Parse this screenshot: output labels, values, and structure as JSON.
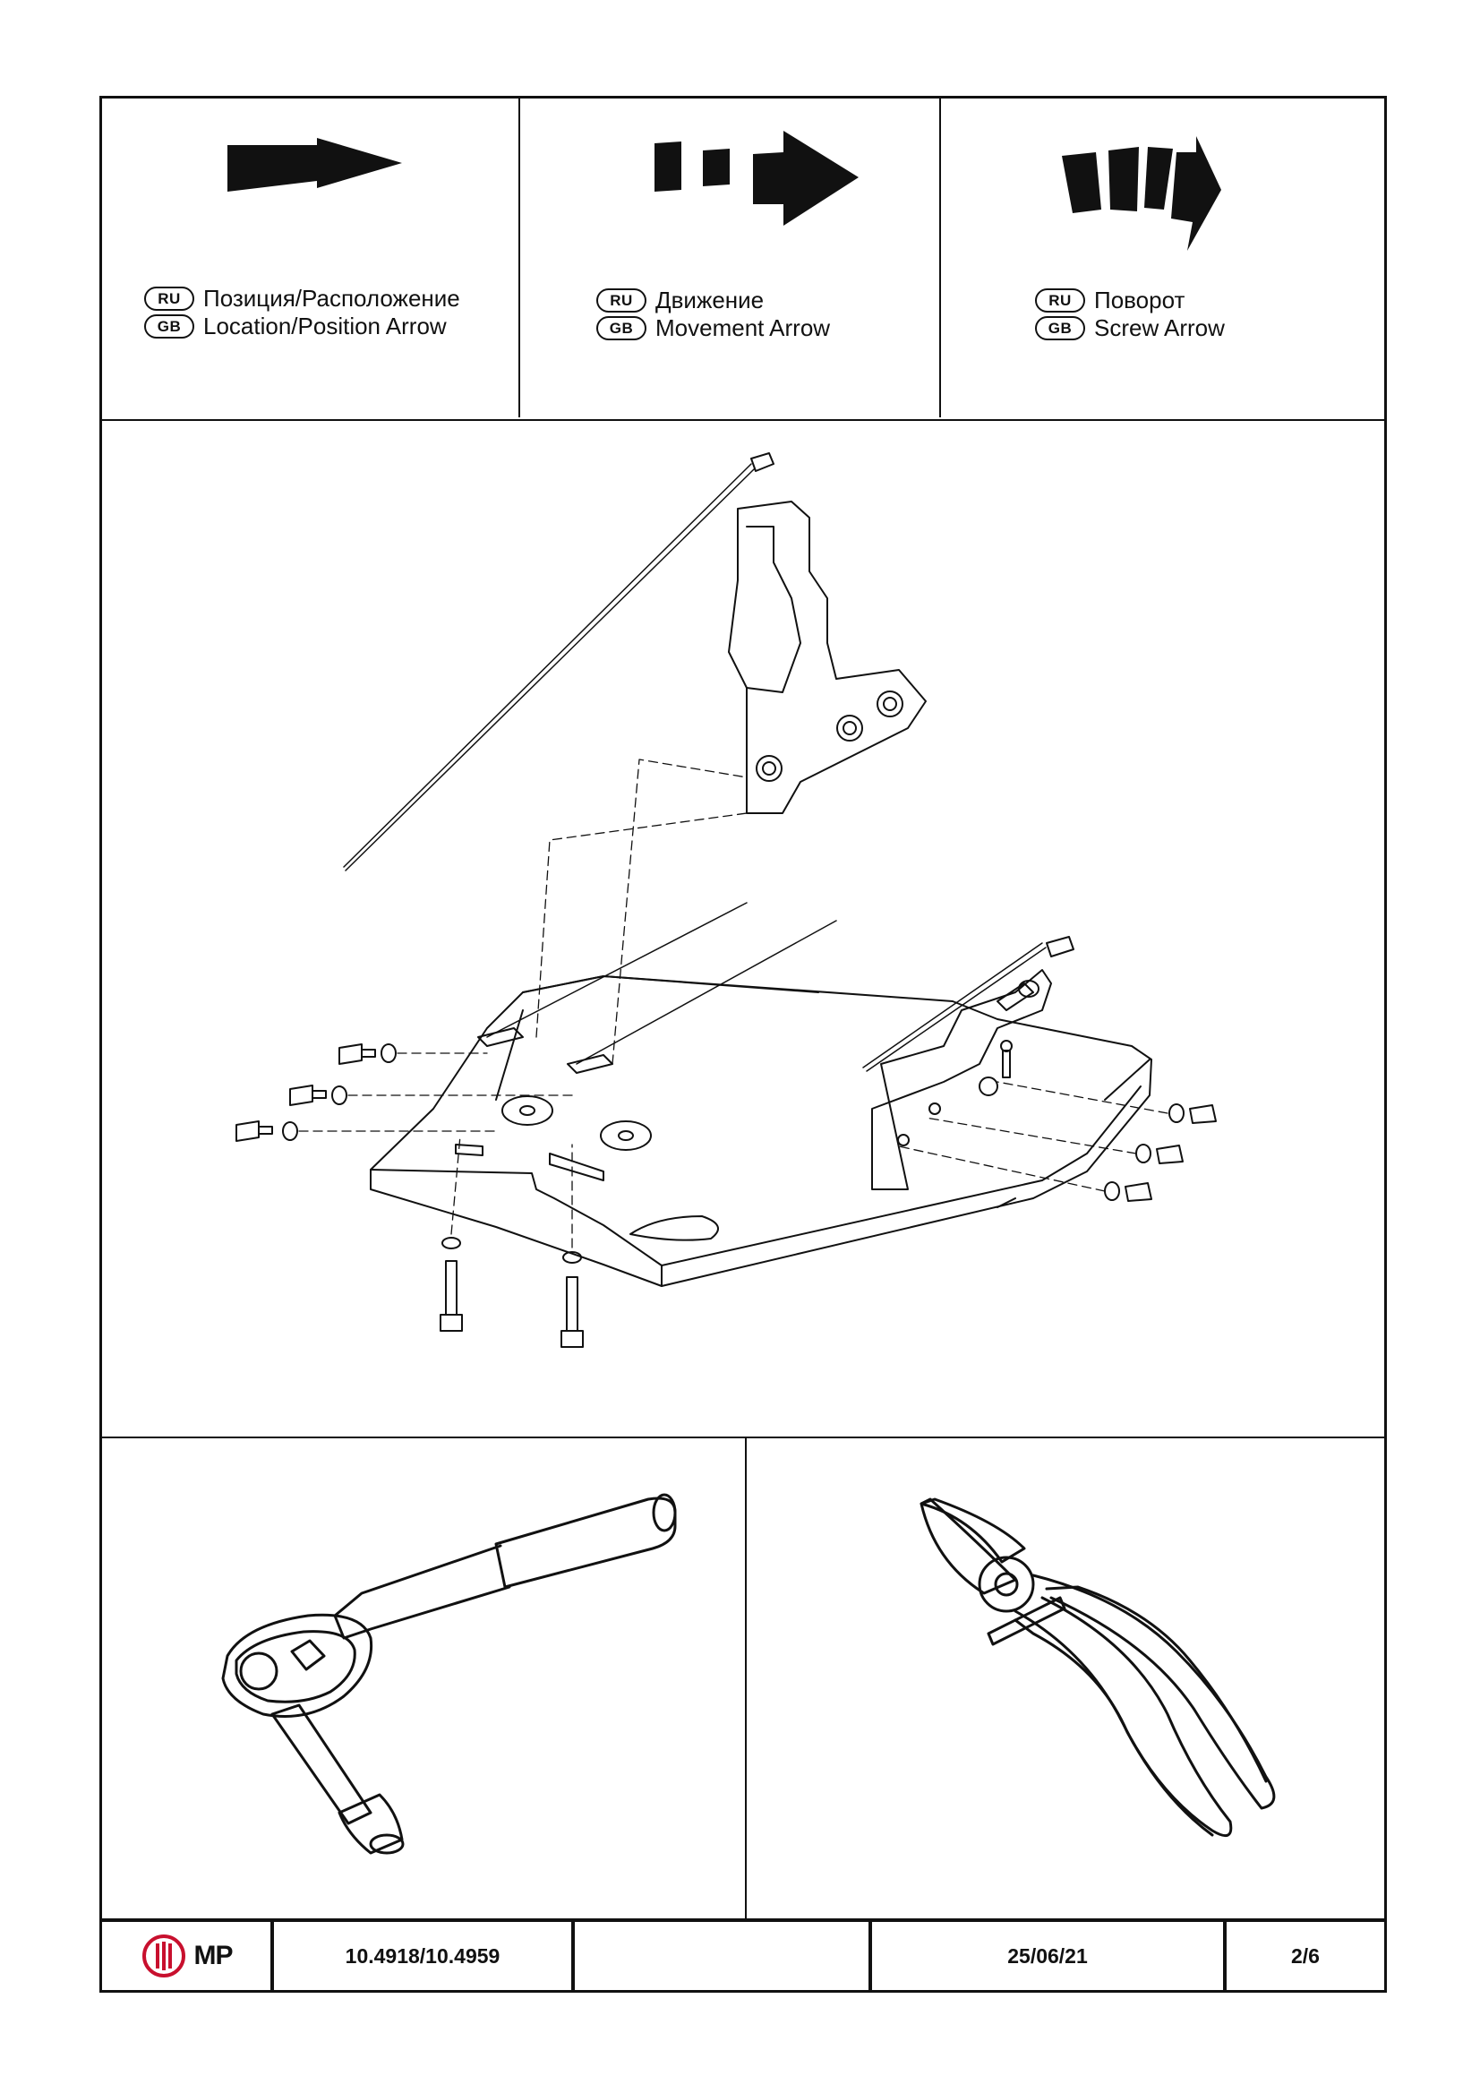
{
  "legend": [
    {
      "icon": "location-arrow-icon",
      "ru_badge": "RU",
      "gb_badge": "GB",
      "ru_text": "Позиция/Расположение",
      "gb_text": "Location/Position Arrow"
    },
    {
      "icon": "movement-arrow-icon",
      "ru_badge": "RU",
      "gb_badge": "GB",
      "ru_text": "Движение",
      "gb_text": "Movement Arrow"
    },
    {
      "icon": "screw-arrow-icon",
      "ru_badge": "RU",
      "gb_badge": "GB",
      "ru_text": "Поворот",
      "gb_text": "Screw Arrow"
    }
  ],
  "diagram": {
    "subject": "skid-plate-assembly-exploded-view"
  },
  "tools": [
    {
      "icon": "ratchet-wrench-icon"
    },
    {
      "icon": "side-cutters-icon"
    }
  ],
  "footer": {
    "logo_text": "MP",
    "logo_color": "#c8102e",
    "part_number": "10.4918/10.4959",
    "blank": "",
    "date": "25/06/21",
    "page": "2/6"
  }
}
